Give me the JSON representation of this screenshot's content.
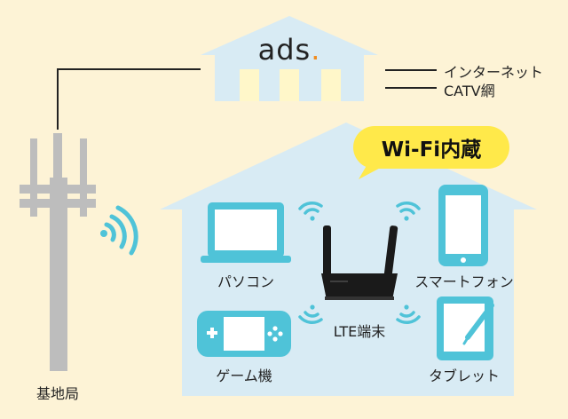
{
  "hq": {
    "logo_text": "ads",
    "logo_dot": ".",
    "lines": [
      "インターネット",
      "CATV網"
    ]
  },
  "badge": "Wi-Fi内蔵",
  "devices": {
    "pc": "パソコン",
    "smartphone": "スマートフォン",
    "router": "LTE端末",
    "game": "ゲーム機",
    "tablet": "タブレット"
  },
  "tower": "基地局",
  "colors": {
    "background": "#fdf3d6",
    "house": "#d8ebf4",
    "device_teal": "#4fc3d8",
    "router_dark": "#1a1a1a",
    "tower_gray": "#bdbdbd",
    "badge_yellow": "#ffe94a",
    "logo_accent": "#f08c1e"
  }
}
